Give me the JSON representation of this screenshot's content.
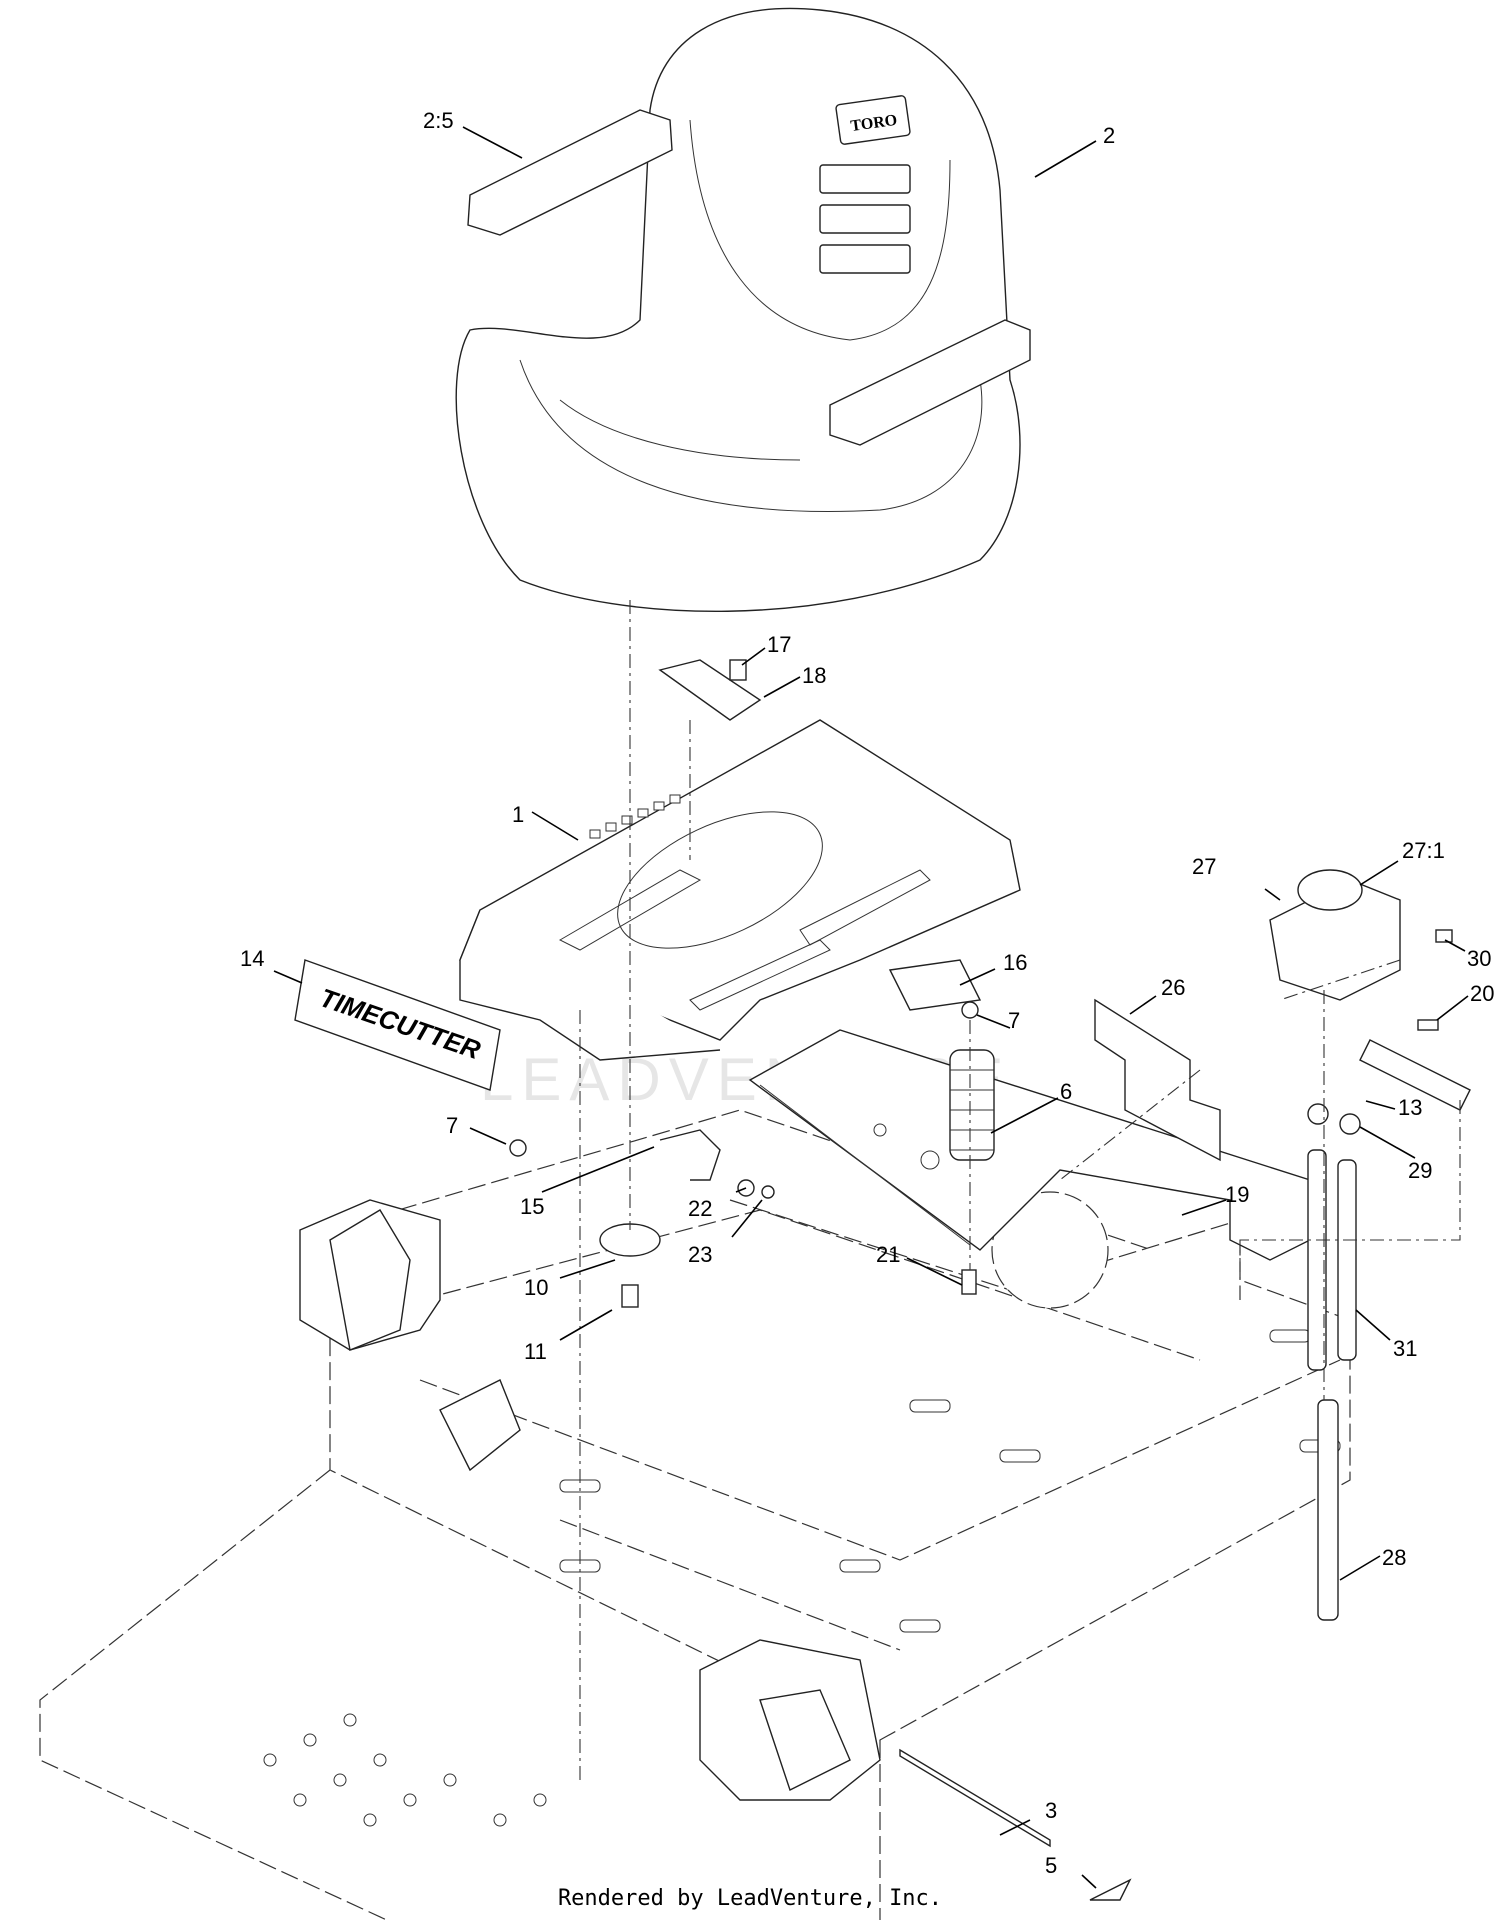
{
  "footer": "Rendered by LeadVenture, Inc.",
  "watermark": "LEADVENTURE",
  "seat_logo": "TORO",
  "decal_text": "TIMECUTTER",
  "callouts": {
    "c1": "1",
    "c2": "2",
    "c2_5": "2:5",
    "c3": "3",
    "c5": "5",
    "c6": "6",
    "c7a": "7",
    "c7b": "7",
    "c10": "10",
    "c11": "11",
    "c13": "13",
    "c14": "14",
    "c15": "15",
    "c16": "16",
    "c17": "17",
    "c18": "18",
    "c19": "19",
    "c20": "20",
    "c21": "21",
    "c22": "22",
    "c23": "23",
    "c26": "26",
    "c27": "27",
    "c27_1": "27:1",
    "c28": "28",
    "c29": "29",
    "c30": "30",
    "c31": "31"
  }
}
